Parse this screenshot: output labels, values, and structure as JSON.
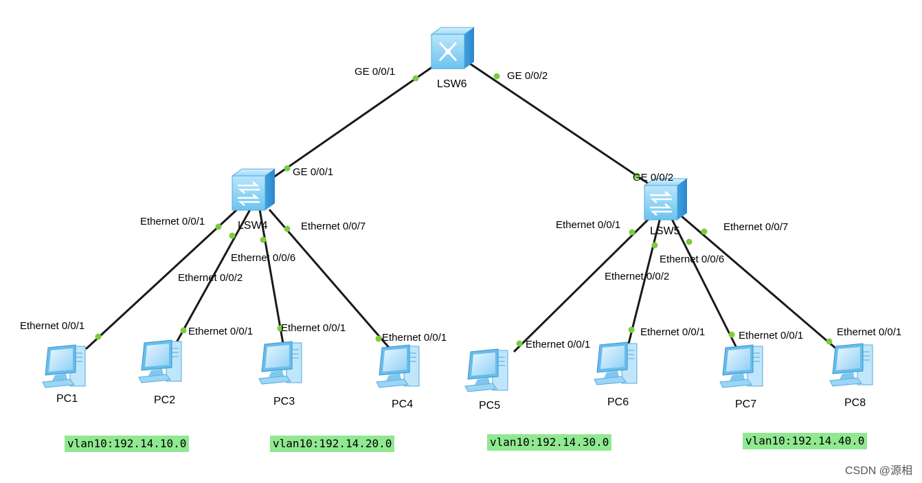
{
  "devices": {
    "lsw6": "LSW6",
    "lsw4": "LSW4",
    "lsw5": "LSW5",
    "pcs": [
      "PC1",
      "PC2",
      "PC3",
      "PC4",
      "PC5",
      "PC6",
      "PC7",
      "PC8"
    ]
  },
  "ports": {
    "lsw6_left": "GE 0/0/1",
    "lsw6_right": "GE 0/0/2",
    "lsw4_up": "GE 0/0/1",
    "lsw5_up": "GE 0/0/2",
    "lsw4_eth1": "Ethernet 0/0/1",
    "lsw4_eth2": "Ethernet 0/0/2",
    "lsw4_eth6": "Ethernet 0/0/6",
    "lsw4_eth7": "Ethernet 0/0/7",
    "lsw5_eth1": "Ethernet 0/0/1",
    "lsw5_eth2": "Ethernet 0/0/2",
    "lsw5_eth6": "Ethernet 0/0/6",
    "lsw5_eth7": "Ethernet 0/0/7",
    "pc_eth": [
      "Ethernet 0/0/1",
      "Ethernet 0/0/1",
      "Ethernet 0/0/1",
      "Ethernet 0/0/1",
      "Ethernet 0/0/1",
      "Ethernet 0/0/1",
      "Ethernet 0/0/1",
      "Ethernet 0/0/1"
    ]
  },
  "vlans": [
    "vlan10:192.14.10.0",
    "vlan10:192.14.20.0",
    "vlan10:192.14.30.0",
    "vlan10:192.14.40.0"
  ],
  "watermark": "CSDN @源相",
  "colors": {
    "link": "#1a1a1a",
    "port_dot": "#7ccc3c",
    "vlan_bg": "#90e890",
    "device_blue": "#5ab8f0"
  }
}
